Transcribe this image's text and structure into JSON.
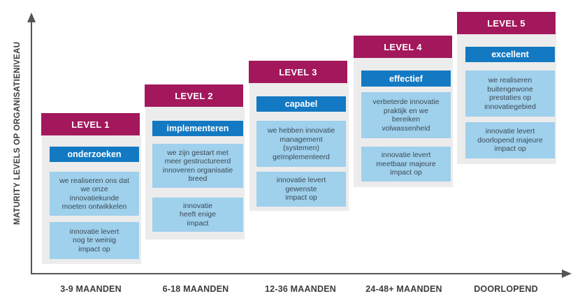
{
  "y_axis_label": "MATURITY LEVELS OP ORGANISATIENIVEAU",
  "colors": {
    "level": "#a3185c",
    "tag": "#1379c2",
    "box": "#9fd0ec",
    "panel": "#ececec",
    "axis": "#555555"
  },
  "levels": [
    {
      "level": "LEVEL 1",
      "tag": "onderzoeken",
      "box1": "we realiseren ons dat\nwe onze\ninnovatiekunde\nmoeten ontwikkelen",
      "box2": "innovatie levert\nnog te weinig\nimpact op",
      "period": "3-9 MAANDEN"
    },
    {
      "level": "LEVEL 2",
      "tag": "implementeren",
      "box1": "we zijn gestart met\nmeer gestructureerd\ninnoveren organisatie\nbreed",
      "box2": "innovatie\nheeft enige\nimpact",
      "period": "6-18 MAANDEN"
    },
    {
      "level": "LEVEL 3",
      "tag": "capabel",
      "box1": "we hebben innovatie\nmanagement\n(systemen)\ngeïmplementeerd",
      "box2": "innovatie levert\ngewenste\nimpact op",
      "period": "12-36 MAANDEN"
    },
    {
      "level": "LEVEL 4",
      "tag": "effectief",
      "box1": "verbeterde innovatie\npraktijk en we\nbereiken\nvolwassenheid",
      "box2": "innovatie levert\nmeetbaar majeure\nimpact op",
      "period": "24-48+ MAANDEN"
    },
    {
      "level": "LEVEL 5",
      "tag": "excellent",
      "box1": "we realiseren\nbuitengewone\nprestaties op\ninnovatiegebied",
      "box2": "innovatie levert\ndoorlopend majeure\nimpact op",
      "period": "DOORLOPEND"
    }
  ]
}
